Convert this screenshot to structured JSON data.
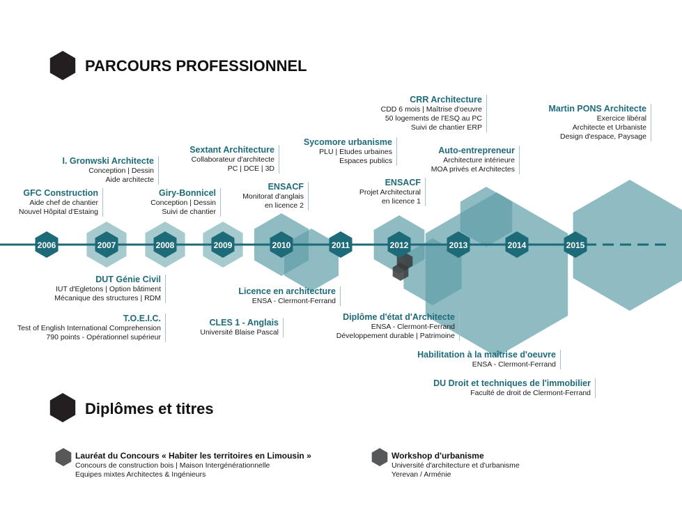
{
  "sections": {
    "professional_title": "PARCOURS PROFESSIONNEL",
    "diplomas_title": "Diplômes et titres"
  },
  "colors": {
    "teal_dark": "#1d6a78",
    "teal_light": "#5f9ea8",
    "title_teal": "#1e6b7b",
    "dark_hex": "#231f20",
    "grey_hex": "#57585a"
  },
  "years": [
    "2006",
    "2007",
    "2008",
    "2009",
    "2010",
    "2011",
    "2012",
    "2013",
    "2014",
    "2015"
  ],
  "experiences_top": [
    {
      "title": "GFC Construction",
      "lines": [
        "Aide chef de chantier",
        "Nouvel Hôpital d'Estaing"
      ]
    },
    {
      "title": "I. Gronwski Architecte",
      "lines": [
        "Conception | Dessin",
        "Aide architecte"
      ]
    },
    {
      "title": "Giry-Bonnicel",
      "lines": [
        "Conception | Dessin",
        "Suivi de chantier"
      ]
    },
    {
      "title": "Sextant Architecture",
      "lines": [
        "Collaborateur d'architecte",
        "PC | DCE | 3D"
      ]
    },
    {
      "title": "ENSACF",
      "lines": [
        "Monitorat d'anglais",
        "en licence 2"
      ]
    },
    {
      "title": "Sycomore urbanisme",
      "lines": [
        "PLU | Etudes urbaines",
        "Espaces publics"
      ]
    },
    {
      "title": "ENSACF",
      "lines": [
        "Projet Architectural",
        "en licence 1"
      ]
    },
    {
      "title": "CRR Architecture",
      "lines": [
        "CDD 6 mois | Maîtrise d'oeuvre",
        "50 logements de l'ESQ au PC",
        "Suivi de chantier ERP"
      ]
    },
    {
      "title": "Auto-entrepreneur",
      "lines": [
        "Architecture intérieure",
        "MOA privés et Architectes"
      ]
    },
    {
      "title": "Martin PONS Architecte",
      "lines": [
        "Exercice libéral",
        "Architecte et Urbaniste",
        "Design d'espace, Paysage"
      ]
    }
  ],
  "education_bottom": [
    {
      "title": "DUT Génie Civil",
      "lines": [
        "IUT d'Egletons | Option bâtiment",
        "Mécanique des structures | RDM"
      ]
    },
    {
      "title": "T.O.E.I.C.",
      "lines": [
        "Test of English International Comprehension",
        "790 points - Opérationnel supérieur"
      ]
    },
    {
      "title": "CLES 1 - Anglais",
      "lines": [
        "Université Blaise Pascal"
      ]
    },
    {
      "title": "Licence en architecture",
      "lines": [
        "ENSA - Clermont-Ferrand"
      ]
    },
    {
      "title": "Diplôme d'état d'Architecte",
      "lines": [
        "ENSA - Clermont-Ferrand",
        "Développement durable | Patrimoine"
      ]
    },
    {
      "title": "Habilitation à la maîtrise d'oeuvre",
      "lines": [
        "ENSA - Clermont-Ferrand"
      ]
    },
    {
      "title": "DU Droit et techniques de l'immobilier",
      "lines": [
        "Faculté de droit de Clermont-Ferrand"
      ]
    }
  ],
  "diplomas": [
    {
      "title": "Lauréat du Concours « Habiter les territoires en Limousin »",
      "lines": [
        "Concours de construction bois | Maison Intergénérationnelle",
        "Equipes mixtes Architectes & Ingénieurs"
      ]
    },
    {
      "title": "Workshop d'urbanisme",
      "lines": [
        "Université d'architecture et d'urbanisme",
        "Yerevan / Arménie"
      ]
    }
  ]
}
